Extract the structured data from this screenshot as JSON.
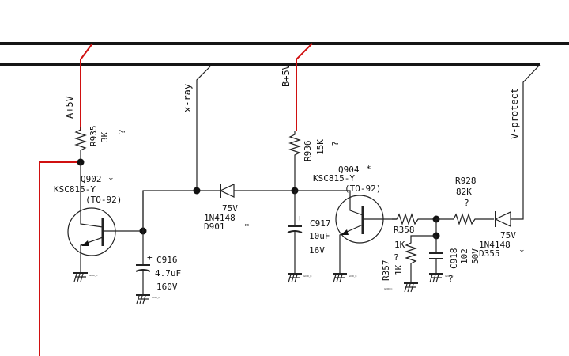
{
  "nets": {
    "a5v": "A+5V",
    "b5v": "B+5V",
    "xray": "x-ray",
    "vprotect": "V-protect"
  },
  "components": {
    "r935": {
      "ref": "R935",
      "value": "3K",
      "note": "?"
    },
    "q902": {
      "ref": "Q902",
      "mark": "*",
      "part": "KSC815-Y",
      "pkg": "(TO-92)"
    },
    "d901": {
      "voltage": "75V",
      "part": "1N4148",
      "ref": "D901",
      "mark": "*"
    },
    "c916": {
      "ref": "C916",
      "value": "4.7uF",
      "voltage": "160V",
      "polarity": "+"
    },
    "r936": {
      "ref": "R936",
      "value": "15K",
      "note": "?"
    },
    "q904": {
      "ref": "Q904",
      "mark": "*",
      "part": "KSC815-Y",
      "pkg": "(TO-92)"
    },
    "c917": {
      "ref": "C917",
      "value": "10uF",
      "voltage": "16V",
      "polarity": "+"
    },
    "r358": {
      "ref": "R358"
    },
    "r928": {
      "ref": "R928",
      "value": "82K",
      "note": "?"
    },
    "d355": {
      "voltage": "75V",
      "part": "1N4148",
      "ref": "D355",
      "mark": "*"
    },
    "r357": {
      "ref": "R357",
      "value": "1K",
      "note": "?"
    },
    "c918": {
      "ref": "C918",
      "value": "102",
      "voltage": "50V",
      "note": "?"
    },
    "r358_value": "1K"
  },
  "ground_label": "GND_C",
  "colors": {
    "wire": "#222222",
    "bus": "#151515",
    "highlight": "#d01010"
  }
}
